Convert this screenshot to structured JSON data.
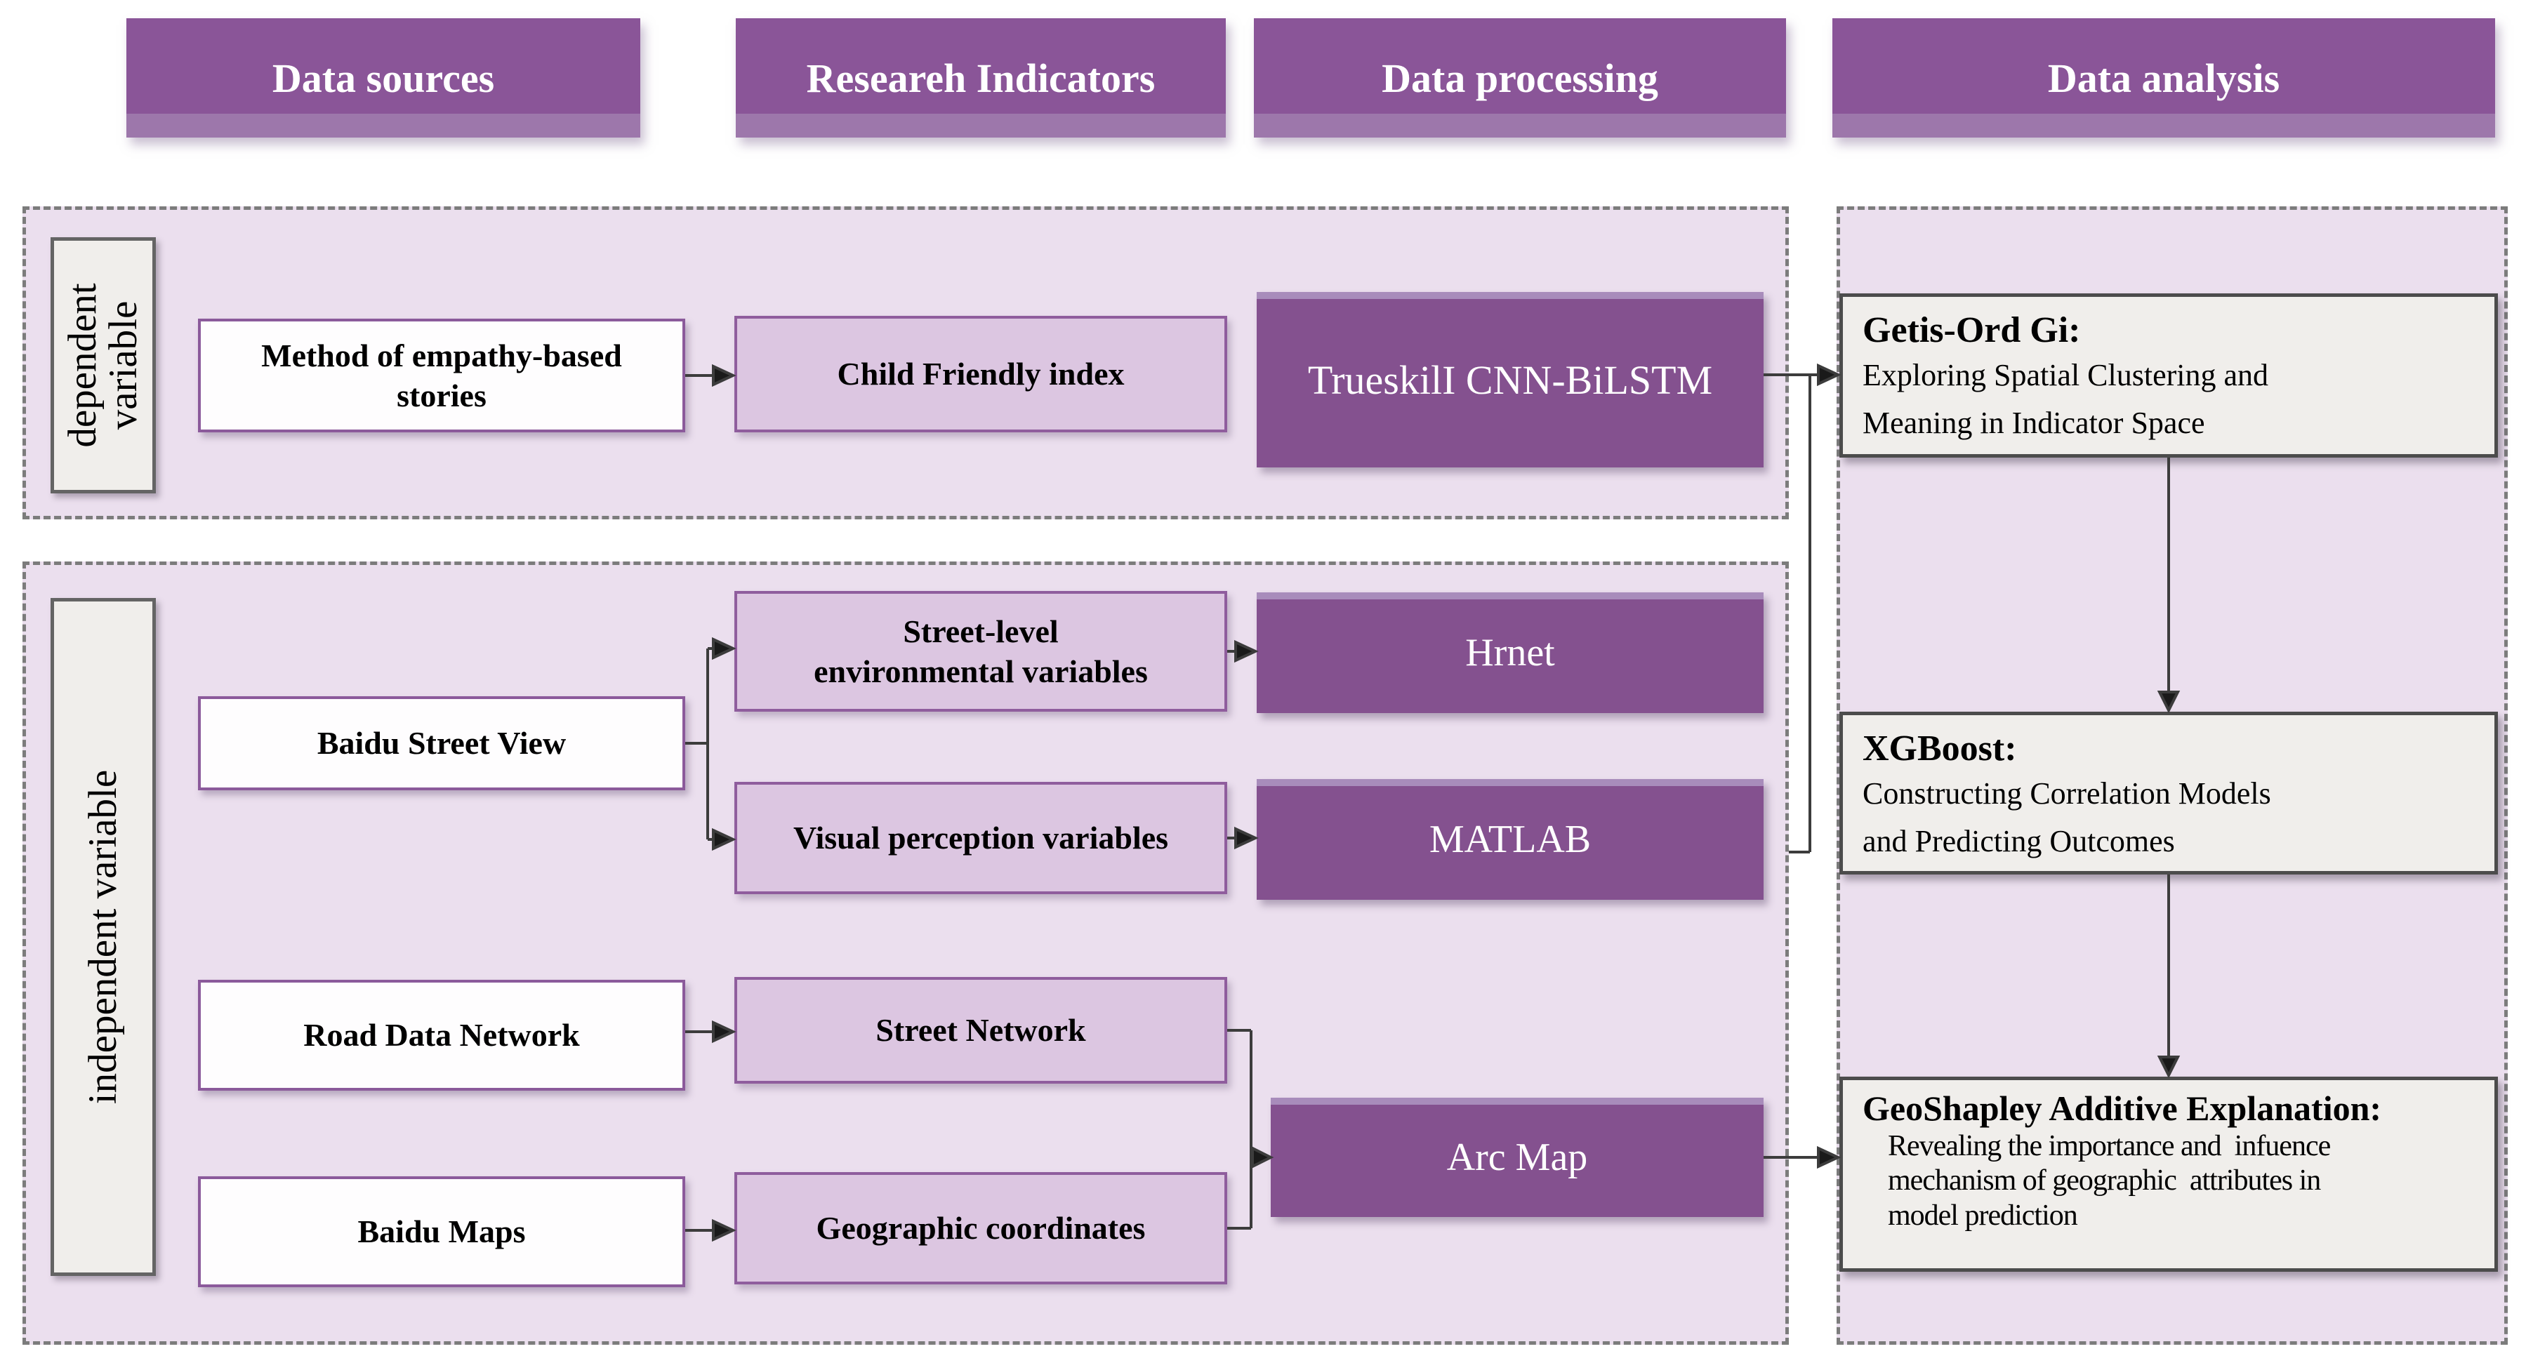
{
  "headers": [
    {
      "label": "Data sources"
    },
    {
      "label": "Researeh Indicators"
    },
    {
      "label": "Data processing"
    },
    {
      "label": "Data analysis"
    }
  ],
  "section_labels": {
    "dependent": "dependent variable",
    "independent": "independent variable"
  },
  "boxes": {
    "method_empathy": "Method of empathy-based\nstories",
    "child_friendly": "Child Friendly index",
    "trueskill_cnn": "TrueskilI CNN-BiLSTM",
    "baidu_street_view": "Baidu Street View",
    "street_level": "Street-level\nenvironmental variables",
    "hrnet": "Hrnet",
    "visual_perception": "Visual perception variables",
    "matlab": "MATLAB",
    "road_data_network": "Road Data Network",
    "street_network": "Street Network",
    "baidu_maps": "Baidu Maps",
    "geographic_coordinates": "Geographic coordinates",
    "arc_map": "Arc Map"
  },
  "analysis": {
    "getis_ord": {
      "title": "Getis-Ord Gi:",
      "body": "Exploring Spatial Clustering and\nMeaning in Indicator Space"
    },
    "xgboost": {
      "title": "XGBoost:",
      "body": "Constructing Correlation Models\nand Predicting Outcomes"
    },
    "geoshapley": {
      "title": "GeoShapley  Additive Explanation:",
      "body": "Revealing the importance and  infuence\nmechanism of geographic  attributes in\nmodel prediction"
    }
  },
  "colors": {
    "purple-header": "#8a5598",
    "purple-dark": "#84518f",
    "purple-light": "#dcc6e1",
    "purple-border": "#8f5d9d",
    "lavender-bg": "#ebdfee",
    "panel-grey": "#f0eeeb",
    "line-grey": "#3c3c3c"
  }
}
